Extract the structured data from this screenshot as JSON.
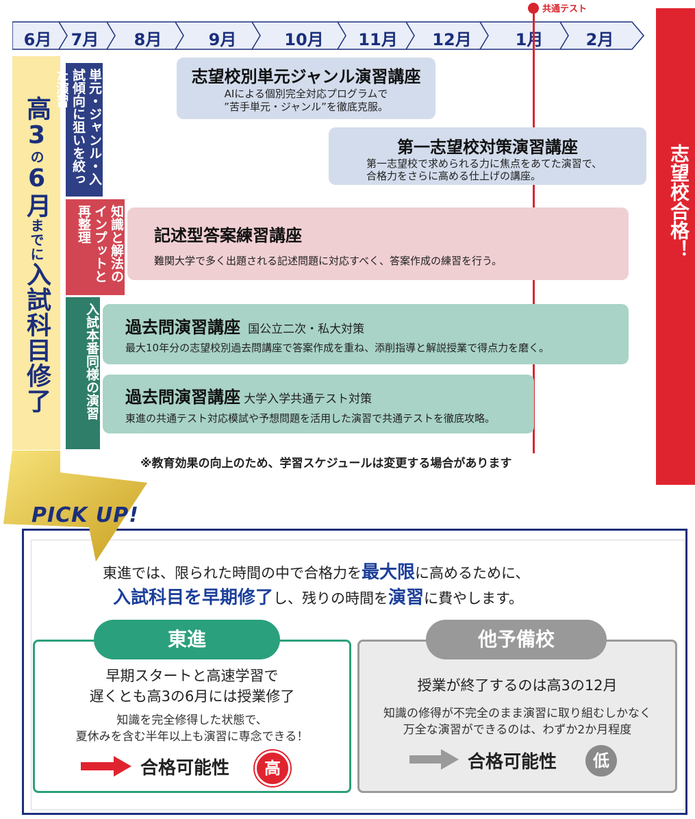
{
  "timeline": {
    "months": [
      "6月",
      "7月",
      "8月",
      "9月",
      "10月",
      "11月",
      "12月",
      "1月",
      "2月"
    ],
    "test_marker": "共通テスト"
  },
  "left_banner": [
    "高3",
    "の",
    "6月",
    "までに",
    "入試科目修了"
  ],
  "categories": [
    {
      "text": "単元・ジャンル・入試傾向に狙いを絞った演習",
      "color": "#2e3f85"
    },
    {
      "text": "知識と解法のインプットと再整理",
      "color": "#d24653"
    },
    {
      "text": "入試本番同様の演習",
      "color": "#2f7e6a"
    }
  ],
  "courses": [
    {
      "title": "志望校別単元ジャンル演習講座",
      "subtitle": "",
      "desc": [
        "AIによる個別完全対応プログラムで",
        "”苦手単元・ジャンル”を徹底克服。"
      ]
    },
    {
      "title": "第一志望校対策演習講座",
      "subtitle": "",
      "desc": [
        "第一志望校で求められる力に焦点をあてた演習で、",
        "合格力をさらに高める仕上げの講座。"
      ]
    },
    {
      "title": "記述型答案練習講座",
      "subtitle": "",
      "desc": [
        "難関大学で多く出題される記述問題に対応すべく、答案作成の練習を行う。"
      ]
    },
    {
      "title": "過去問演習講座",
      "subtitle": "国公立二次・私大対策",
      "desc": [
        "最大10年分の志望校別過去問講座で答案作成を重ね、添削指導と解説授業で得点力を磨く。"
      ]
    },
    {
      "title": "過去問演習講座",
      "subtitle": "大学入学共通テスト対策",
      "desc": [
        "東進の共通テスト対応模試や予想問題を活用した演習で共通テストを徹底攻略。"
      ]
    }
  ],
  "goal": "志望校合格！",
  "note": "※教育効果の向上のため、学習スケジュールは変更する場合があります",
  "pickup": {
    "label": "PICK UP!",
    "lead1": [
      "東進では、限られた時間の中で合格力を",
      "最大限",
      "に高めるために、"
    ],
    "lead2": [
      "入試科目を早期修了",
      "し、残りの時間を",
      "演習",
      "に費やします。"
    ],
    "toshin": {
      "name": "東進",
      "head": [
        "早期スタートと高速学習で",
        "遅くとも高3の6月には授業修了"
      ],
      "body": [
        "知識を完全修得した状態で、",
        "夏休みを含む半年以上も演習に専念できる！"
      ],
      "result": "合格可能性",
      "level": "高",
      "color": "#2aa07c"
    },
    "other": {
      "name": "他予備校",
      "head": [
        "授業が終了するのは高3の12月"
      ],
      "body": [
        "知識の修得が不完全のまま演習に取り組むしかなく",
        "万全な演習ができるのは、わずか2か月程度"
      ],
      "result": "合格可能性",
      "level": "低",
      "color": "#999999"
    }
  }
}
